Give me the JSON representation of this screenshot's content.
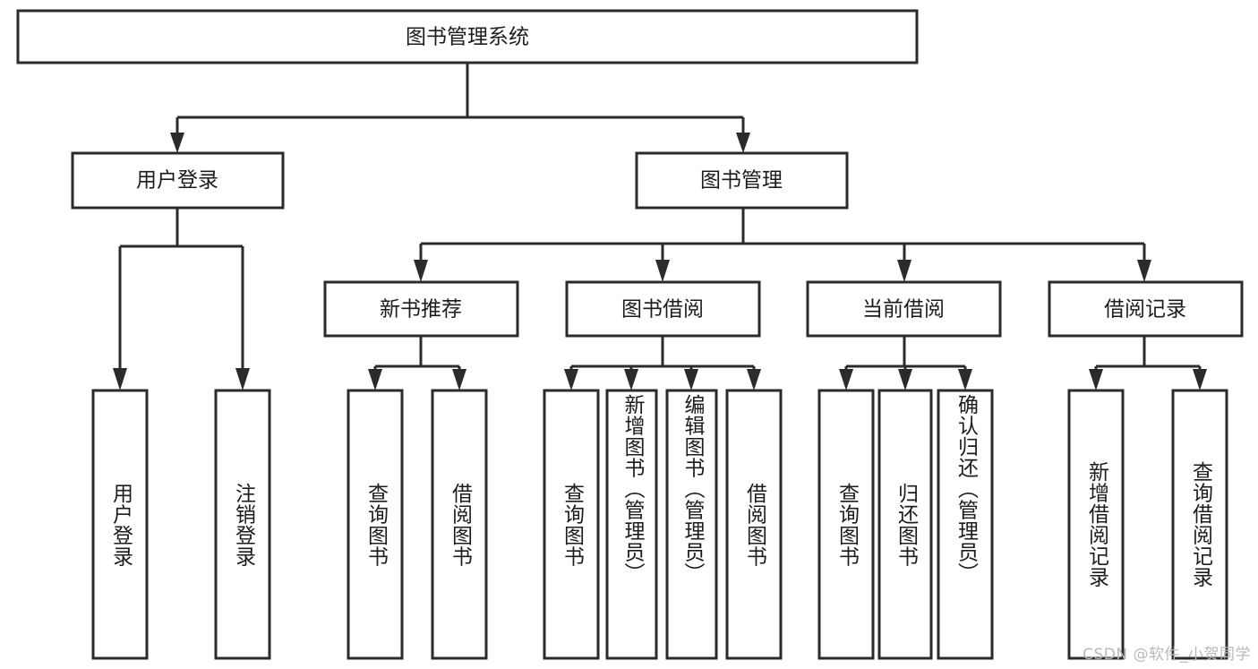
{
  "diagram": {
    "type": "tree",
    "title": "图书管理系统",
    "orientation": "top-down",
    "watermark": "CSDN @软件_小贺同学",
    "colors": {
      "box_stroke": "#2b2b2b",
      "box_fill": "#ffffff",
      "connector": "#2b2b2b",
      "text": "#1c1c1c",
      "watermark": "#b9b9b9",
      "background": "#ffffff"
    },
    "root": {
      "label": "图书管理系统"
    },
    "level2": [
      {
        "label": "用户登录"
      },
      {
        "label": "图书管理"
      }
    ],
    "level3": [
      {
        "label": "新书推荐"
      },
      {
        "label": "图书借阅"
      },
      {
        "label": "当前借阅"
      },
      {
        "label": "借阅记录"
      }
    ],
    "leaves": {
      "user_login": [
        {
          "label": "用户登录"
        },
        {
          "label": "注销登录"
        }
      ],
      "new_book_recommend": [
        {
          "label": "查询图书"
        },
        {
          "label": "借阅图书"
        }
      ],
      "book_borrow": [
        {
          "label": "查询图书"
        },
        {
          "label": "新增图书（管理员）"
        },
        {
          "label": "编辑图书（管理员）"
        },
        {
          "label": "借阅图书"
        }
      ],
      "current_borrow": [
        {
          "label": "查询图书"
        },
        {
          "label": "归还图书"
        },
        {
          "label": "确认归还（管理员）"
        }
      ],
      "borrow_record": [
        {
          "label": "新增借阅记录"
        },
        {
          "label": "查询借阅记录"
        }
      ]
    }
  }
}
